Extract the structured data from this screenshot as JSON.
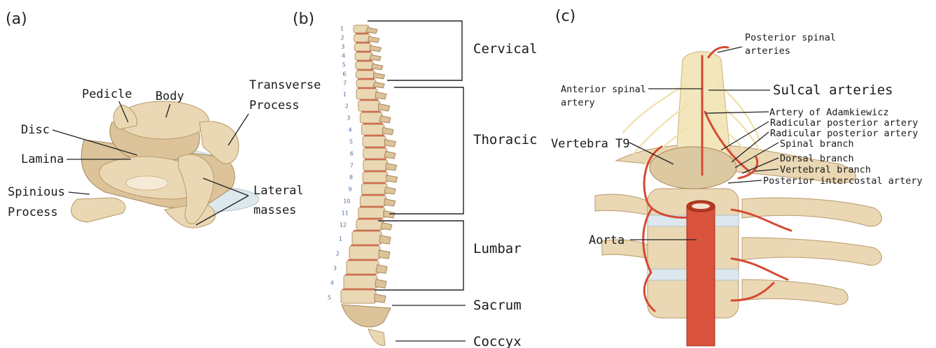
{
  "panels": {
    "a": {
      "letter": "(a)",
      "labels": {
        "pedicle": "Pedicle",
        "body": "Body",
        "transverse_1": "Transverse",
        "transverse_2": "Process",
        "disc": "Disc",
        "lamina": "Lamina",
        "spinious_1": "Spinious",
        "spinious_2": "Process",
        "lateral_1": "Lateral",
        "lateral_2": "masses"
      }
    },
    "b": {
      "letter": "(b)",
      "regions": [
        "Cervical",
        "Thoracic",
        "Lumbar",
        "Sacrum",
        "Coccyx"
      ],
      "vertebra_numbers": [
        "1",
        "2",
        "3",
        "4",
        "5",
        "6",
        "7",
        "1",
        "2",
        "3",
        "4",
        "5",
        "6",
        "7",
        "8",
        "9",
        "10",
        "11",
        "12",
        "1",
        "2",
        "3",
        "4",
        "5"
      ]
    },
    "c": {
      "letter": "(c)",
      "labels": {
        "posterior_spinal_1": "Posterior spinal",
        "posterior_spinal_2": "arteries",
        "anterior_spinal_1": "Anterior spinal",
        "anterior_spinal_2": "artery",
        "sulcal": "Sulcal arteries",
        "adamkiewicz": "Artery of Adamkiewicz",
        "radicular_1": "Radicular posterior artery",
        "radicular_2": "Radicular posterior artery",
        "vertebra_t9": "Vertebra T9",
        "spinal_branch": "Spinal branch",
        "dorsal_branch": "Dorsal branch",
        "vertebral_branch": "Vertebral branch",
        "posterior_intercostal": "Posterior intercostal artery",
        "aorta": "Aorta"
      }
    }
  },
  "colors": {
    "bone": "#ead7b4",
    "artery": "#d9533c",
    "disc": "#dde8ee",
    "vertebra_numbers": "#4a6fa0"
  }
}
